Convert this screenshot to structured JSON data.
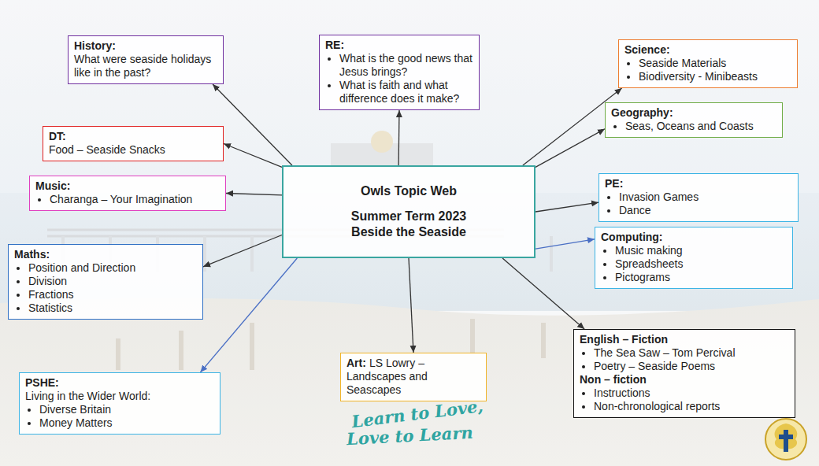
{
  "diagram": {
    "nodes": [
      {
        "text": [
          "History:",
          "What were seaside holidays like in the past?"
        ]
      },
      {
        "text": [
          "RE:",
          "What is the good news that Jesus brings?",
          "What is faith and what difference does it make?"
        ]
      },
      {
        "text": [
          "Science:",
          "Seaside Materials",
          "Biodiversity - Minibeasts"
        ]
      },
      {
        "text": [
          "Geography:",
          "Seas, Oceans and Coasts"
        ]
      },
      {
        "text": [
          "DT:",
          "Food – Seaside Snacks"
        ]
      },
      {
        "text": [
          "Owls Topic Web",
          "Summer Term 2023 Beside the Seaside"
        ]
      },
      {
        "text": [
          "Music:",
          "Charanga – Your Imagination"
        ]
      },
      {
        "text": [
          "PE:",
          "Invasion Games",
          "Dance"
        ]
      },
      {
        "text": [
          "Computing:",
          "Music making",
          "Spreadsheets",
          "Pictograms"
        ]
      },
      {
        "text": [
          "Maths:",
          "Position and Direction",
          "Division",
          "Fractions",
          "Statistics"
        ]
      },
      {
        "text": [
          "Art:",
          "LS Lowry – Landscapes and Seascapes"
        ]
      },
      {
        "text": [
          "English – Fiction",
          "The Sea Saw – Tom Percival",
          "Poetry – Seaside Poems",
          "Non – fiction",
          "Instructions",
          "Non-chronological reports"
        ]
      },
      {
        "text": [
          "PSHE:",
          "Living in the Wider World:",
          "Diverse Britain",
          "Money Matters"
        ]
      }
    ],
    "edges": [
      {
        "from": 5,
        "to": 0,
        "arrow": "to"
      },
      {
        "from": 5,
        "to": 1,
        "arrow": "to"
      },
      {
        "from": 5,
        "to": 2,
        "arrow": "to"
      },
      {
        "from": 5,
        "to": 3,
        "arrow": "to"
      },
      {
        "from": 5,
        "to": 4,
        "arrow": "to"
      },
      {
        "from": 5,
        "to": 6,
        "arrow": "to"
      },
      {
        "from": 5,
        "to": 7,
        "arrow": "to"
      },
      {
        "from": 5,
        "to": 8,
        "arrow": "to"
      },
      {
        "from": 5,
        "to": 9,
        "arrow": "to"
      },
      {
        "from": 5,
        "to": 10,
        "arrow": "to"
      },
      {
        "from": 5,
        "to": 11,
        "arrow": "to"
      },
      {
        "from": 5,
        "to": 12,
        "arrow": "to"
      }
    ],
    "labels": [
      "Learn to Love,",
      "Love to Learn"
    ]
  }
}
